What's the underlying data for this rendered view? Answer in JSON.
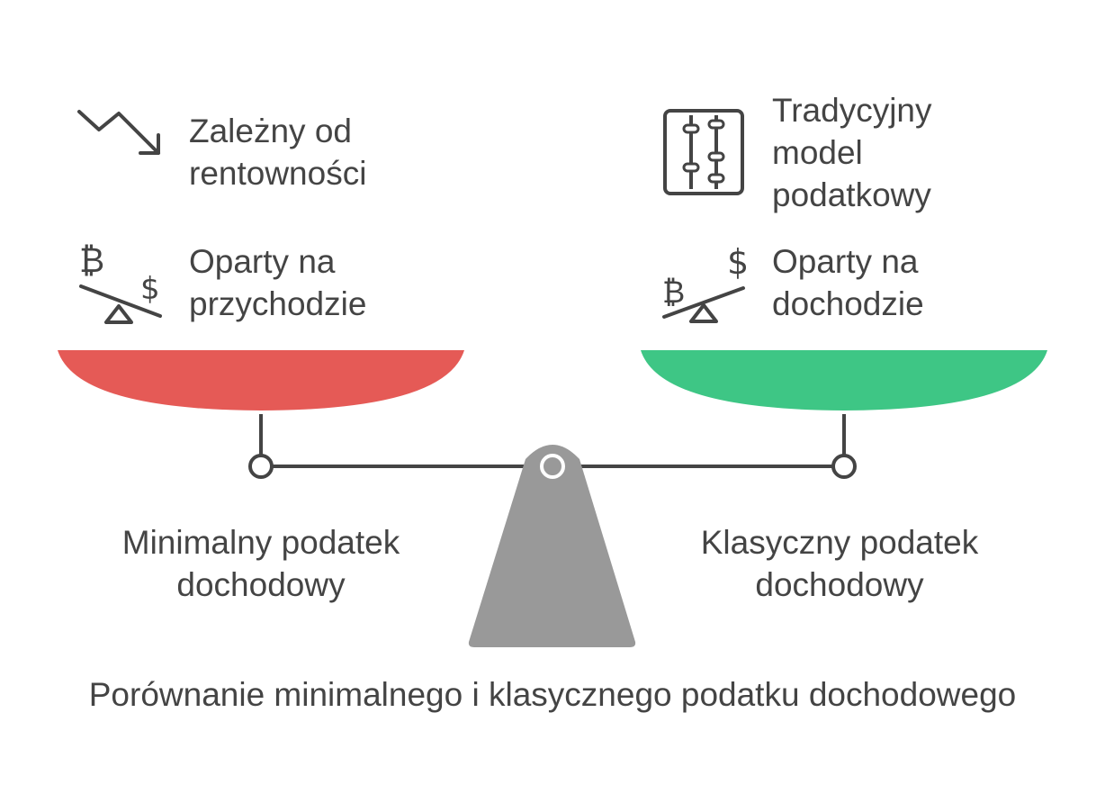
{
  "left": {
    "items": [
      {
        "icon": "trend-down-icon",
        "lines": [
          "Zależny od",
          "rentowności"
        ]
      },
      {
        "icon": "seesaw-bitcoin-heavy-icon",
        "lines": [
          "Oparty na",
          "przychodzie"
        ]
      }
    ],
    "pan_color": "#E55A56",
    "label_lines": [
      "Minimalny podatek",
      "dochodowy"
    ]
  },
  "right": {
    "items": [
      {
        "icon": "abacus-icon",
        "lines": [
          "Tradycyjny",
          "model",
          "podatkowy"
        ]
      },
      {
        "icon": "seesaw-dollar-heavy-icon",
        "lines": [
          "Oparty na",
          "dochodzie"
        ]
      }
    ],
    "pan_color": "#3EC685",
    "label_lines": [
      "Klasyczny podatek",
      "dochodowy"
    ]
  },
  "caption": "Porównanie minimalnego i klasycznego podatku dochodowego",
  "colors": {
    "text": "#444444",
    "stand": "#999999",
    "line": "#444444"
  }
}
